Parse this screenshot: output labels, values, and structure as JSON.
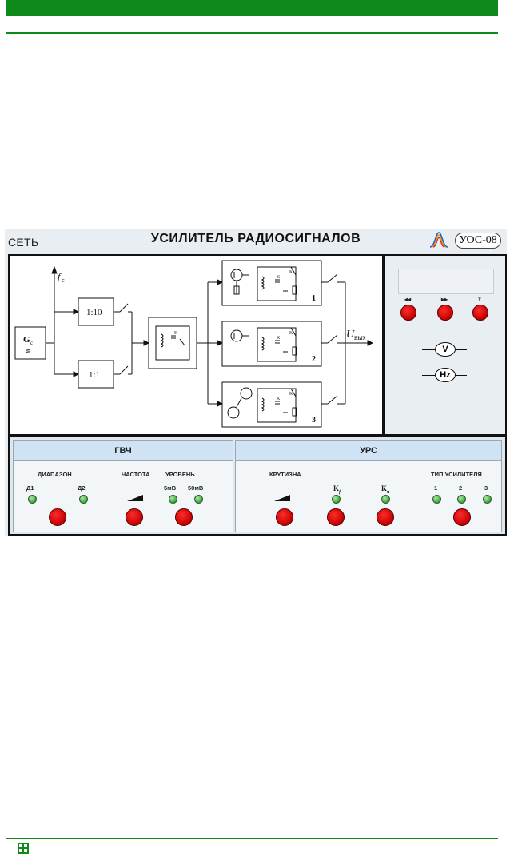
{
  "panel": {
    "network_label": "СЕТЬ",
    "title": "УСИЛИТЕЛЬ РАДИОСИГНАЛОВ",
    "model": "УОС-08"
  },
  "schematic": {
    "generator_label": "G",
    "generator_sub": "c",
    "frequency_label": "f",
    "frequency_sub": "c",
    "divider_10": "1:10",
    "divider_1": "1:1",
    "output_label": "U",
    "output_sub": "вых",
    "stage_numbers": [
      "1",
      "2",
      "3"
    ],
    "k_u": "K",
    "k_u_sub": "u",
    "k_f": "K",
    "k_f_sub": "f"
  },
  "instruments": {
    "button_labels": [
      "◂◂",
      "▸▸",
      "т"
    ],
    "voltmeter": "V",
    "frequency_meter": "Hz"
  },
  "gvch": {
    "header": "ГВЧ",
    "range_label": "ДИАПАЗОН",
    "range_options": [
      "Д1",
      "Д2"
    ],
    "frequency_label": "ЧАСТОТА",
    "level_label": "УРОВЕНЬ",
    "level_options": [
      "5мВ",
      "50мВ"
    ]
  },
  "urs": {
    "header": "УРС",
    "slope_label": "КРУТИЗНА",
    "kf_label": "K",
    "kf_sub": "f",
    "ku_label": "K",
    "ku_sub": "u",
    "amp_type_label": "ТИП УСИЛИТЕЛЯ",
    "amp_types": [
      "1",
      "2",
      "3"
    ]
  },
  "colors": {
    "accent_green": "#0f8a1a",
    "knob_red": "#e00000",
    "led_green": "#3da63d",
    "section_header": "#cfe3f5"
  }
}
